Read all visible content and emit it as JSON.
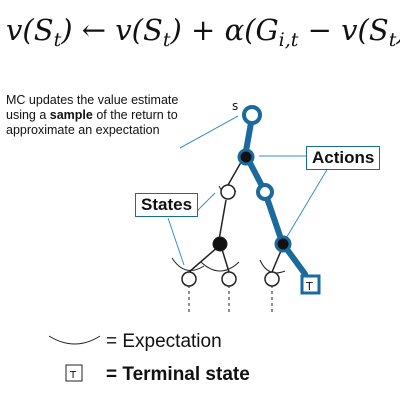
{
  "formula": {
    "lhs": "v(S",
    "t": "t",
    "close": ")",
    "arrow": "←",
    "rhs1": "v(S",
    "plus": ") + ",
    "alpha": "α(G",
    "sub_it": "i,t",
    "minus": " − v(S",
    "end": "))"
  },
  "note": {
    "line1": "MC updates the value estimate",
    "line2_pre": "using a ",
    "line2_bold": "sample",
    "line2_post": " of the return to",
    "line3": "approximate an expectation"
  },
  "callouts": {
    "actions": "Actions",
    "states": "States"
  },
  "tree": {
    "root_label": "s",
    "terminal_label": "T"
  },
  "legend": {
    "expectation": "= Expectation",
    "terminal_box": "T",
    "terminal": "= Terminal state"
  },
  "colors": {
    "path": "#1b6a9c",
    "tree": "#222222",
    "callout_line": "#3a8fc6"
  }
}
